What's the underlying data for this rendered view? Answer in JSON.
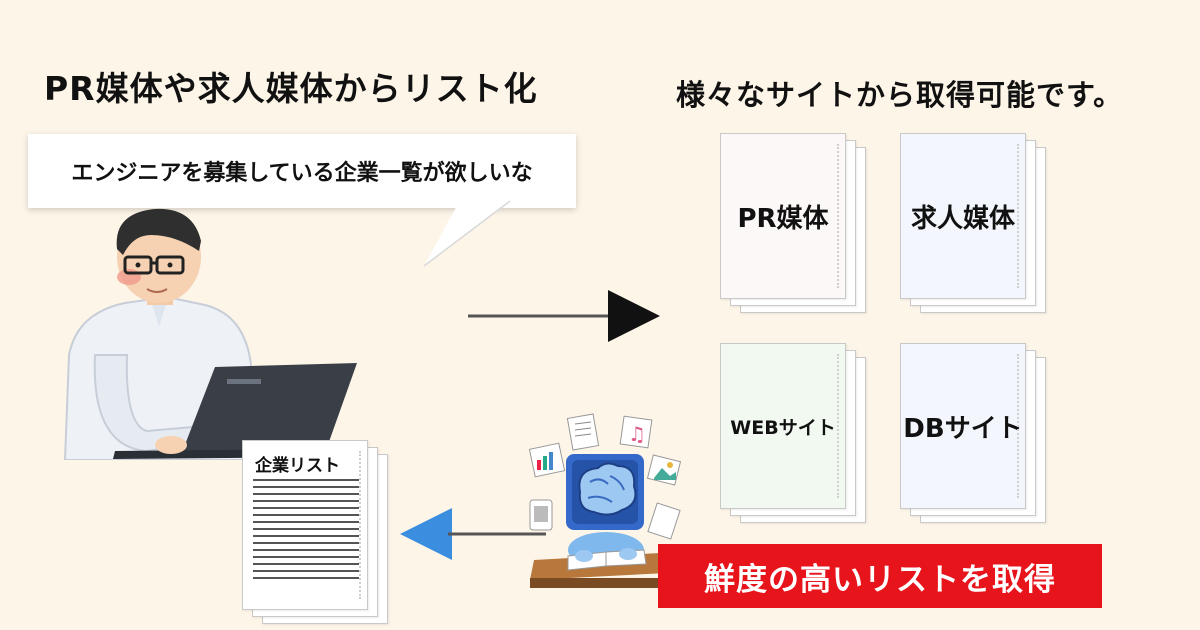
{
  "left_title": "PR媒体や求人媒体からリスト化",
  "right_title": "様々なサイトから取得可能です。",
  "speech_bubble": "エンジニアを募集している企業一覧が欲しいな",
  "sources": [
    {
      "label": "PR媒体"
    },
    {
      "label": "求人媒体"
    },
    {
      "label": "WEBサイト"
    },
    {
      "label": "DBサイト"
    }
  ],
  "company_list_title": "企業リスト",
  "banner": "鮮度の高いリストを取得",
  "colors": {
    "background": "#fdf5e8",
    "banner": "#e8141c",
    "left_arrow": "#3b8de0",
    "right_arrow": "#111111"
  }
}
